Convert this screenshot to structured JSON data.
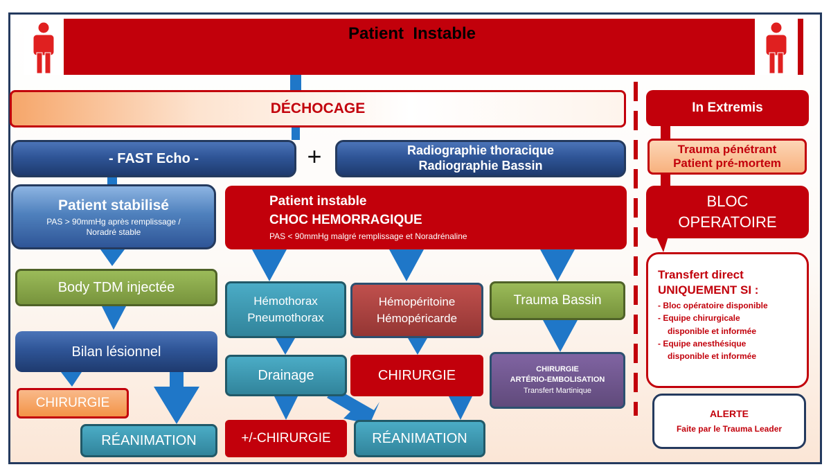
{
  "header": {
    "title": "Patient  Instable",
    "left_icon": "person-icon",
    "right_icon": "person-icon"
  },
  "dechocage": {
    "label": "DÉCHOCAGE"
  },
  "fast_echo": {
    "label": "- FAST Echo -"
  },
  "plus_sign": "+",
  "radiographie": {
    "line1": "Radiographie thoracique",
    "line2": "Radiographie Bassin"
  },
  "patient_stabilise": {
    "title": "Patient stabilisé",
    "sub1": "PAS > 90mmHg après remplissage /",
    "sub2": "Noradré stable"
  },
  "patient_instable": {
    "title1": "Patient instable",
    "title2": "CHOC HEMORRAGIQUE",
    "sub": "PAS < 90mmHg malgré remplissage et Noradrénaline"
  },
  "left_column": {
    "body_tdm": "Body TDM injectée",
    "bilan": "Bilan lésionnel",
    "chirurgie": "CHIRURGIE",
    "reanimation": "RÉANIMATION"
  },
  "middle_column": {
    "hemothorax_line1": "Hémothorax",
    "hemothorax_line2": "Pneumothorax",
    "hemoperitoine_line1": "Hémopéritoine",
    "hemoperitoine_line2": "Hémopéricarde",
    "trauma_bassin": "Trauma Bassin",
    "drainage": "Drainage",
    "chirurgie": "CHIRURGIE",
    "chirurgie_embol_line1": "CHIRURGIE",
    "chirurgie_embol_line2": "ARTÉRIO-EMBOLISATION",
    "chirurgie_embol_line3": "Transfert Martinique",
    "plus_minus_chirurgie": "+/-CHIRURGIE",
    "reanimation": "RÉANIMATION"
  },
  "right_column": {
    "in_extremis": "In Extremis",
    "trauma_penetrant_line1": "Trauma pénétrant",
    "trauma_penetrant_line2": "Patient pré-mortem",
    "bloc_line1": "BLOC",
    "bloc_line2": "OPERATOIRE",
    "transfert_title1": "Transfert direct",
    "transfert_title2": "UNIQUEMENT SI :",
    "transfert_items": [
      "- Bloc opératoire disponible",
      "- Equipe chirurgicale",
      "disponible et informée",
      "- Equipe anesthésique",
      "disponible et informée"
    ],
    "alerte_title": "ALERTE",
    "alerte_sub": "Faite par le Trauma Leader"
  },
  "colors": {
    "red": "#c2000b",
    "blue": "#2f5597",
    "arrow": "#1f77c8"
  }
}
